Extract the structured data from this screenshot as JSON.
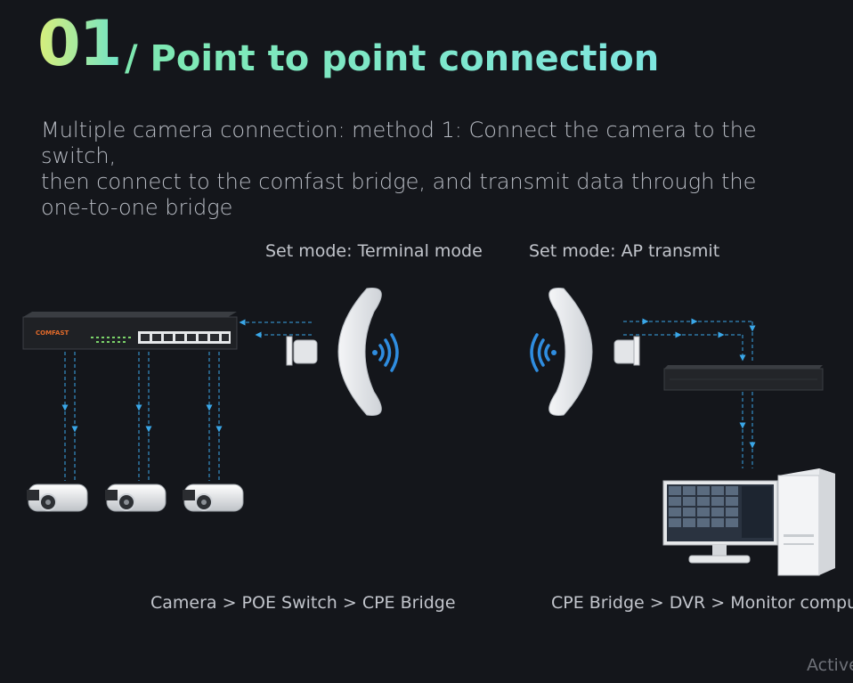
{
  "header": {
    "number": "01",
    "title": "/ Point to point connection"
  },
  "description": {
    "line1": "Multiple camera connection: method 1: Connect the camera to the switch,",
    "line2": "then connect to the comfast bridge, and transmit data through the",
    "line3": "one-to-one bridge"
  },
  "labels": {
    "left_mode": "Set mode: Terminal mode",
    "right_mode": "Set mode: AP transmit",
    "left_chain": "Camera > POE Switch > CPE Bridge",
    "right_chain": "CPE Bridge > DVR > Monitor computer"
  },
  "switch_brand": "COMFAST",
  "watermark": "Active",
  "colors": {
    "accent_green": "#9ae6a0",
    "arrow_blue": "#3aa7e8",
    "signal_blue": "#2f8de0"
  },
  "icons": [
    "poe-switch-icon",
    "cpe-bridge-icon",
    "wifi-signal-icon",
    "ip-camera-icon",
    "dvr-icon",
    "monitor-icon",
    "pc-tower-icon"
  ]
}
